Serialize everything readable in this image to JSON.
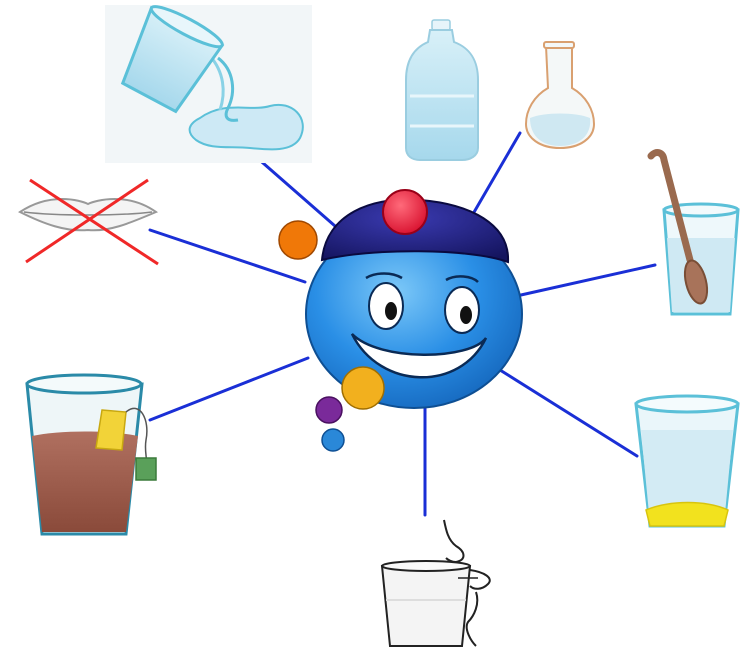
{
  "diagram": {
    "kind": "water-properties-mind-map",
    "center": {
      "icon": "smiling-water-drop-mascot-icon",
      "drop_color": "#2a8fe6",
      "hat_color": "#1a1a7a",
      "pompom_color": "#e8183a",
      "bubble_colors": [
        "#f07808",
        "#f2b01e",
        "#7a2a9a",
        "#2a88d8"
      ]
    },
    "connector_color": "#1a2fd6",
    "properties": [
      {
        "id": "flows",
        "icon": "pouring-glass-spill-icon"
      },
      {
        "id": "shapeless",
        "icon": "bottle-and-flask-icon"
      },
      {
        "id": "transparent",
        "icon": "spoon-in-glass-icon"
      },
      {
        "id": "dissolves",
        "icon": "glass-with-sediment-icon"
      },
      {
        "id": "odorless",
        "icon": "nose-smelling-glass-icon"
      },
      {
        "id": "colorless",
        "icon": "tea-in-glass-icon"
      },
      {
        "id": "tasteless",
        "icon": "crossed-lips-icon"
      }
    ],
    "colors": {
      "tea": "#9a5a48",
      "tea_bag": "#f2d338",
      "tea_tag": "#5aa05a",
      "sediment": "#f2e21e",
      "glass_outline": "#5bc0d8",
      "water": "#c4e8f4",
      "cross": "#f02828",
      "spoon": "#9a6a4e",
      "bottle": "#c6e6f2"
    }
  }
}
